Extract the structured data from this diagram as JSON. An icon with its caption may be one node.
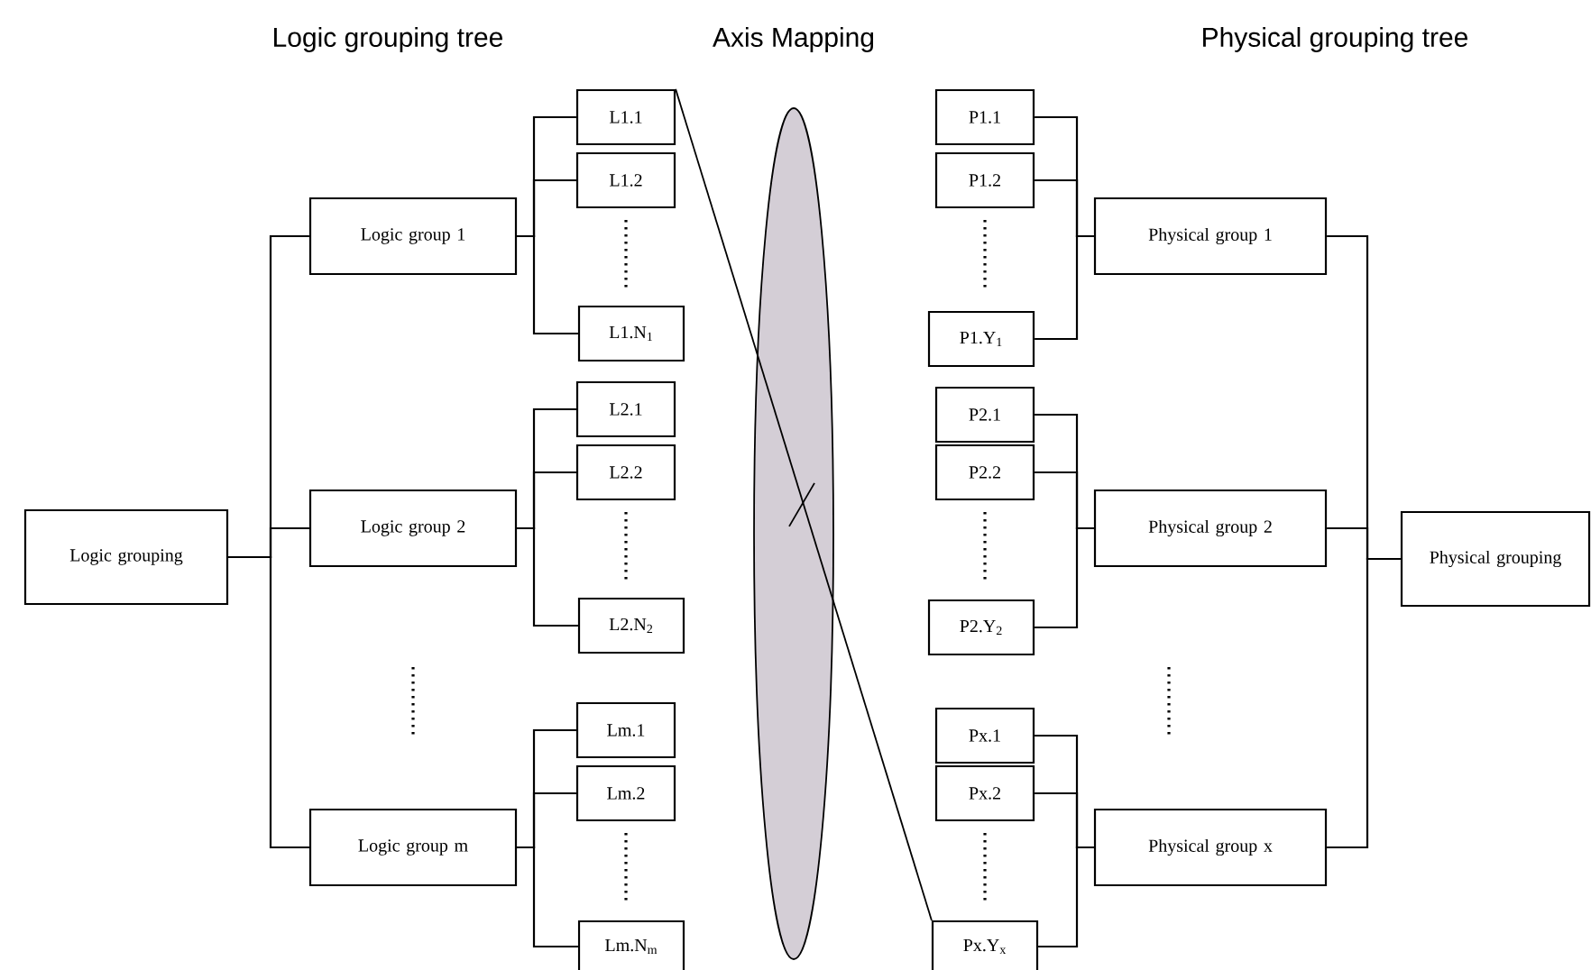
{
  "diagram": {
    "nodes": [
      {
        "text": [
          "Logic grouping"
        ]
      },
      {
        "text": [
          "Logic group 1"
        ]
      },
      {
        "text": [
          "L1.1"
        ]
      },
      {
        "text": [
          "L1.2"
        ]
      },
      {
        "text": [
          "L1.N$_{1}$"
        ]
      },
      {
        "text": [
          "Logic group 2"
        ]
      },
      {
        "text": [
          "L2.1"
        ]
      },
      {
        "text": [
          "L2.2"
        ]
      },
      {
        "text": [
          "L2.N$_{2}$"
        ]
      },
      {
        "text": [
          "Logic group m"
        ]
      },
      {
        "text": [
          "Lm.1"
        ]
      },
      {
        "text": [
          "Lm.2"
        ]
      },
      {
        "text": [
          "Lm.N$_{m}$"
        ]
      },
      {
        "text": [
          "Physical grouping"
        ]
      },
      {
        "text": [
          "Physical group 1"
        ]
      },
      {
        "text": [
          "P1.1"
        ]
      },
      {
        "text": [
          "P1.2"
        ]
      },
      {
        "text": [
          "P1.Y$_{1}$"
        ]
      },
      {
        "text": [
          "Physical group 2"
        ]
      },
      {
        "text": [
          "P2.1"
        ]
      },
      {
        "text": [
          "P2.2"
        ]
      },
      {
        "text": [
          "P2.Y$_{2}$"
        ]
      },
      {
        "text": [
          "Physical group x"
        ]
      },
      {
        "text": [
          "Px.1"
        ]
      },
      {
        "text": [
          "Px.2"
        ]
      },
      {
        "text": [
          "Px.Y$_{x}$"
        ]
      }
    ],
    "edges": [
      {
        "from": 0,
        "to": 1,
        "arrow": "none"
      },
      {
        "from": 0,
        "to": 5,
        "arrow": "none"
      },
      {
        "from": 0,
        "to": 9,
        "arrow": "none"
      },
      {
        "from": 1,
        "to": 2,
        "arrow": "none"
      },
      {
        "from": 1,
        "to": 3,
        "arrow": "none"
      },
      {
        "from": 1,
        "to": 4,
        "arrow": "none"
      },
      {
        "from": 5,
        "to": 6,
        "arrow": "none"
      },
      {
        "from": 5,
        "to": 7,
        "arrow": "none"
      },
      {
        "from": 5,
        "to": 8,
        "arrow": "none"
      },
      {
        "from": 9,
        "to": 10,
        "arrow": "none"
      },
      {
        "from": 9,
        "to": 11,
        "arrow": "none"
      },
      {
        "from": 9,
        "to": 12,
        "arrow": "none"
      },
      {
        "from": 13,
        "to": 14,
        "arrow": "none"
      },
      {
        "from": 13,
        "to": 18,
        "arrow": "none"
      },
      {
        "from": 13,
        "to": 22,
        "arrow": "none"
      },
      {
        "from": 14,
        "to": 15,
        "arrow": "none"
      },
      {
        "from": 14,
        "to": 16,
        "arrow": "none"
      },
      {
        "from": 14,
        "to": 17,
        "arrow": "none"
      },
      {
        "from": 18,
        "to": 19,
        "arrow": "none"
      },
      {
        "from": 18,
        "to": 20,
        "arrow": "none"
      },
      {
        "from": 18,
        "to": 21,
        "arrow": "none"
      },
      {
        "from": 22,
        "to": 23,
        "arrow": "none"
      },
      {
        "from": 22,
        "to": 24,
        "arrow": "none"
      },
      {
        "from": 22,
        "to": 25,
        "arrow": "none"
      },
      {
        "from": 2,
        "to": 25,
        "arrow": "none"
      }
    ],
    "labels": [
      "Logic grouping tree",
      "Axis Mapping",
      "Physical grouping tree"
    ]
  }
}
